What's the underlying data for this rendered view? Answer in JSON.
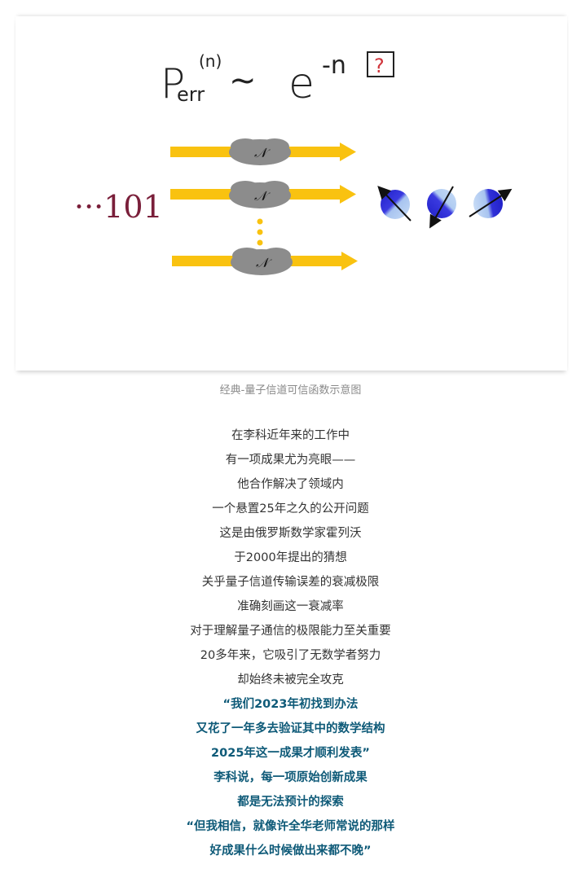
{
  "figure": {
    "formula": {
      "p": "P",
      "sup": "(n)",
      "sub": "err",
      "tilde": "~",
      "e": "e",
      "exp": "-n",
      "unknown": "?"
    },
    "bits": "···101",
    "channel_label": "𝒩",
    "colors": {
      "arrow": "#f9c210",
      "cloud": "#8c8c8c",
      "qubit": "#2a2ad0",
      "question": "#d0353c"
    }
  },
  "caption": "经典-量子信道可信函数示意图",
  "paragraph": [
    {
      "text": "在李科近年来的工作中",
      "bold": false
    },
    {
      "text": "有一项成果尤为亮眼——",
      "bold": false
    },
    {
      "text": "他合作解决了领域内",
      "bold": false
    },
    {
      "text": "一个悬置25年之久的公开问题",
      "bold": false
    },
    {
      "text": "这是由俄罗斯数学家霍列沃",
      "bold": false
    },
    {
      "text": "于2000年提出的猜想",
      "bold": false
    },
    {
      "text": "关乎量子信道传输误差的衰减极限",
      "bold": false
    },
    {
      "text": "准确刻画这一衰减率",
      "bold": false
    },
    {
      "text": "对于理解量子通信的极限能力至关重要",
      "bold": false
    },
    {
      "text": "20多年来，它吸引了无数学者努力",
      "bold": false
    },
    {
      "text": "却始终未被完全攻克",
      "bold": false
    },
    {
      "text": "“我们2023年初找到办法",
      "bold": true
    },
    {
      "text": "又花了一年多去验证其中的数学结构",
      "bold": true
    },
    {
      "text": "2025年这一成果才顺利发表”",
      "bold": true
    },
    {
      "text": "李科说，每一项原始创新成果",
      "bold": true
    },
    {
      "text": "都是无法预计的探索",
      "bold": true
    },
    {
      "text": "“但我相信，就像许全华老师常说的那样",
      "bold": true
    },
    {
      "text": "好成果什么时候做出来都不晚”",
      "bold": true
    }
  ]
}
